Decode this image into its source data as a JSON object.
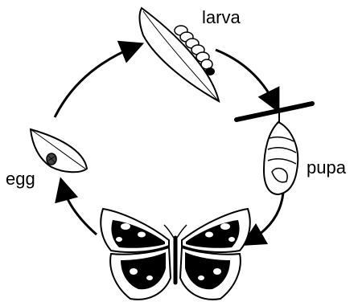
{
  "stages": {
    "larva": "larva",
    "pupa": "pupa",
    "egg": "egg"
  },
  "colors": {
    "ink": "#000000",
    "paper": "#ffffff"
  },
  "icons": [
    "leaf-with-caterpillar-icon",
    "chrysalis-icon",
    "leaf-with-egg-icon",
    "butterfly-icon"
  ]
}
